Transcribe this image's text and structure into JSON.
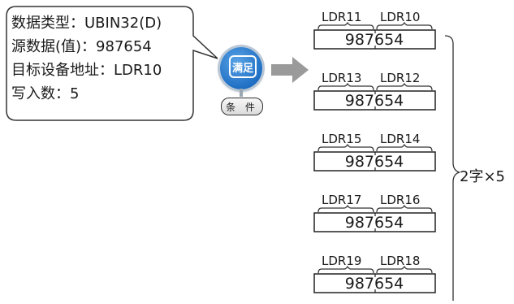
{
  "bubble": {
    "lines": [
      "数据类型：UBIN32(D)",
      "源数据(值)：987654",
      "目标设备地址：LDR10",
      "写入数：5"
    ]
  },
  "condition": {
    "badge_text": "满足",
    "label": "条 件",
    "badge_color": "#1f6fc4"
  },
  "arrow": {
    "icon": "right-arrow-icon",
    "color": "#9a9a9a"
  },
  "registers": [
    {
      "high": "LDR11",
      "low": "LDR10",
      "value": "987654"
    },
    {
      "high": "LDR13",
      "low": "LDR12",
      "value": "987654"
    },
    {
      "high": "LDR15",
      "low": "LDR14",
      "value": "987654"
    },
    {
      "high": "LDR17",
      "low": "LDR16",
      "value": "987654"
    },
    {
      "high": "LDR19",
      "low": "LDR18",
      "value": "987654"
    }
  ],
  "brace_label": "2字×5"
}
